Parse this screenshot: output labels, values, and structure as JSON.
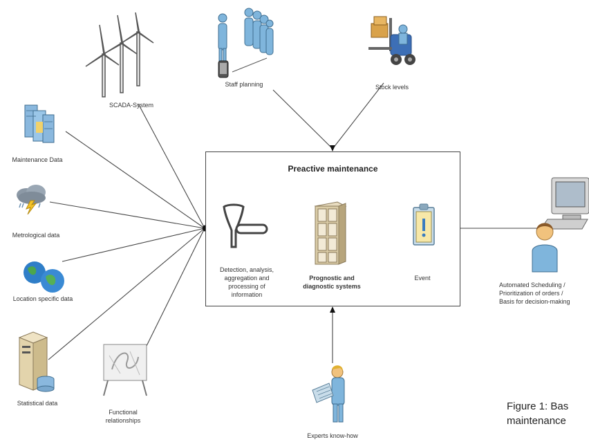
{
  "center": {
    "title": "Preactive maintenance",
    "stages": [
      "Detection, analysis,\naggregation and\nprocessing of\ninformation",
      "Prognostic and\ndiagnostic systems",
      "Event"
    ]
  },
  "inputs": {
    "scada": "SCADA-System",
    "staff": "Staff planning",
    "stock": "Stock levels",
    "maintenance": "Maintenance Data",
    "meteo": "Metrological data",
    "location": "Location specific data",
    "statistical": "Statistical data",
    "functional": "Functional\nrelationships",
    "experts": "Experts know-how"
  },
  "output": {
    "label": "Automated Scheduling /\nPrioritization of orders /\nBasis for decision-making"
  },
  "caption": "Figure 1: Bas\nmaintenance"
}
